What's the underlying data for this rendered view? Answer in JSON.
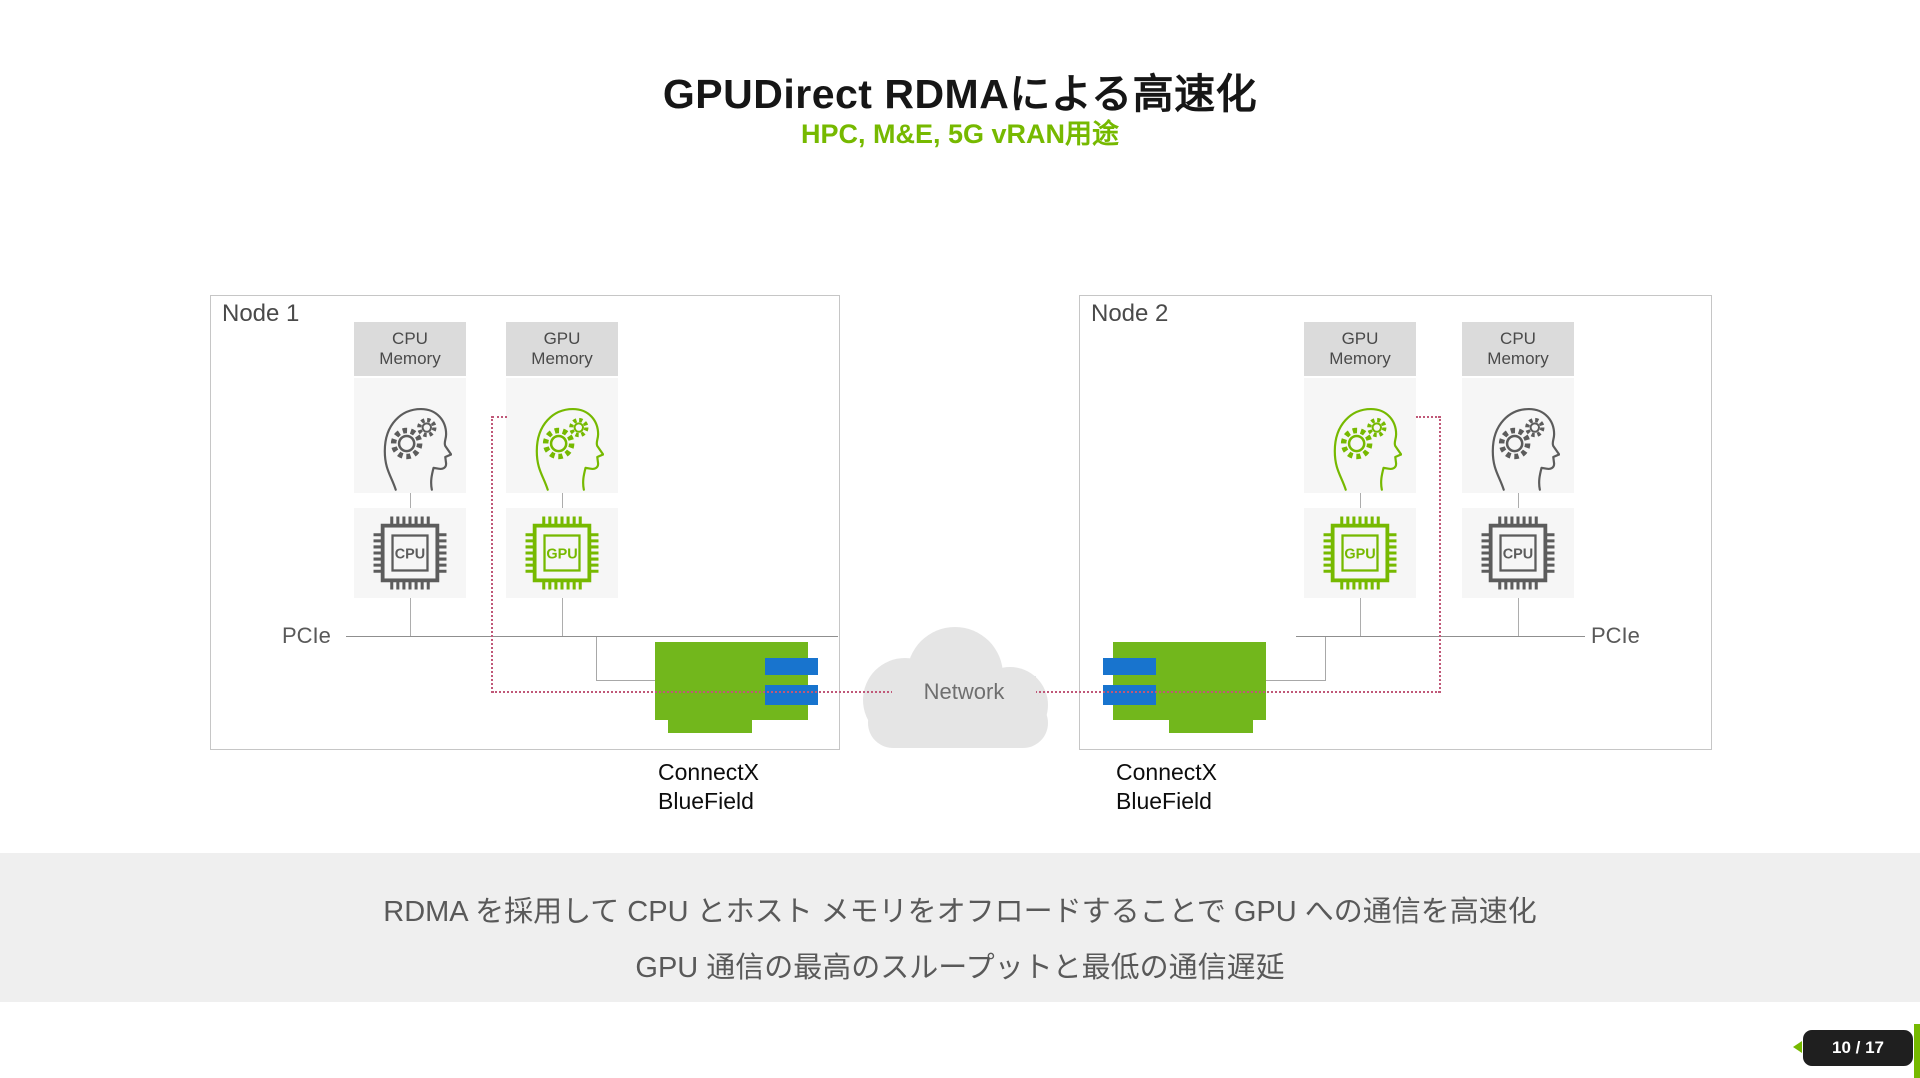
{
  "header": {
    "title": "GPUDirect RDMAによる高速化",
    "subtitle": "HPC, M&E, 5G vRAN用途"
  },
  "node1": {
    "label": "Node 1",
    "pcie": "PCIe",
    "cpu_mem_line1": "CPU",
    "cpu_mem_line2": "Memory",
    "gpu_mem_line1": "GPU",
    "gpu_mem_line2": "Memory",
    "cpu_chip": "CPU",
    "gpu_chip": "GPU",
    "card_line1": "ConnectX",
    "card_line2": "BlueField"
  },
  "node2": {
    "label": "Node 2",
    "pcie": "PCIe",
    "gpu_mem_line1": "GPU",
    "gpu_mem_line2": "Memory",
    "cpu_mem_line1": "CPU",
    "cpu_mem_line2": "Memory",
    "gpu_chip": "GPU",
    "cpu_chip": "CPU",
    "card_line1": "ConnectX",
    "card_line2": "BlueField"
  },
  "network": {
    "label": "Network"
  },
  "summary": {
    "line1": "RDMA を採用して CPU とホスト メモリをオフロードすることで GPU への通信を高速化",
    "line2": "GPU 通信の最高のスループットと最低の通信遅延"
  },
  "pager": {
    "label": "10 / 17"
  },
  "colors": {
    "nvidia_green": "#76B900",
    "card_green": "#72B71C",
    "port_blue": "#1874CE",
    "rdma_path_pink": "#C05878",
    "band_gray": "#EFEFEF",
    "memory_header_gray": "#DBDBDB"
  },
  "icons": {
    "brain_gears": "head-profile-with-gears",
    "chip": "processor-chip-with-pins",
    "cloud": "network-cloud"
  }
}
